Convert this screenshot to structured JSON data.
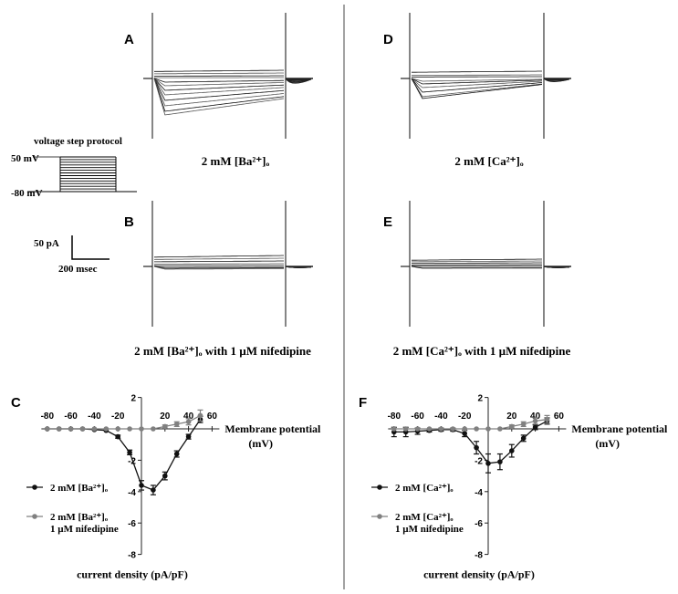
{
  "panels": {
    "A": "A",
    "B": "B",
    "C": "C",
    "D": "D",
    "E": "E",
    "F": "F"
  },
  "conditions": {
    "A": "2 mM [Ba²⁺]ₒ",
    "D": "2 mM [Ca²⁺]ₒ",
    "B": "2 mM [Ba²⁺]ₒ with 1 µM nifedipine",
    "E": "2 mM [Ca²⁺]ₒ with 1 µM nifedipine"
  },
  "protocol": {
    "title": "voltage step protocol",
    "top_label": "50 mV",
    "bottom_label": "-80 mV"
  },
  "scale_bar": {
    "current": "50 pA",
    "time": "200 msec"
  },
  "colors": {
    "control": "#111111",
    "nifedipine": "#808080",
    "axis": "#222222"
  },
  "chart_data": [
    {
      "type": "line",
      "panel": "C",
      "xlabel": "Membrane potential",
      "xlabel_unit": "(mV)",
      "ylabel": "current density (pA/pF)",
      "xlim": [
        -85,
        60
      ],
      "ylim": [
        -8,
        2
      ],
      "x_ticks": [
        -80,
        -60,
        -40,
        -20,
        20,
        40,
        60
      ],
      "y_ticks": [
        2,
        -2,
        -4,
        -6,
        -8
      ],
      "x": [
        -80,
        -70,
        -60,
        -50,
        -40,
        -30,
        -20,
        -10,
        0,
        10,
        20,
        30,
        40,
        50
      ],
      "series": [
        {
          "name": "2 mM [Ba²⁺]ₒ",
          "legend_line2": "",
          "values": [
            0,
            0,
            0,
            0,
            -0.05,
            -0.1,
            -0.5,
            -1.5,
            -3.6,
            -3.9,
            -3.0,
            -1.6,
            -0.5,
            0.6
          ],
          "errors": [
            0,
            0,
            0,
            0,
            0,
            0,
            0.1,
            0.15,
            0.3,
            0.3,
            0.25,
            0.2,
            0.15,
            0.2
          ]
        },
        {
          "name": "2 mM [Ba²⁺]ₒ",
          "legend_line2": "1 µM nifedipine",
          "values": [
            0,
            0,
            0,
            0,
            0,
            0,
            0,
            0,
            0,
            0,
            0.15,
            0.3,
            0.45,
            0.85
          ],
          "errors": [
            0,
            0,
            0,
            0,
            0,
            0,
            0,
            0,
            0,
            0,
            0.1,
            0.15,
            0.2,
            0.35
          ]
        }
      ]
    },
    {
      "type": "line",
      "panel": "F",
      "xlabel": "Membrane potential",
      "xlabel_unit": "(mV)",
      "ylabel": "current density (pA/pF)",
      "xlim": [
        -85,
        60
      ],
      "ylim": [
        -8,
        2
      ],
      "x_ticks": [
        -80,
        -60,
        -40,
        -20,
        20,
        40,
        60
      ],
      "y_ticks": [
        2,
        -2,
        -4,
        -6,
        -8
      ],
      "x": [
        -80,
        -70,
        -60,
        -50,
        -40,
        -30,
        -20,
        -10,
        0,
        10,
        20,
        30,
        40,
        50
      ],
      "series": [
        {
          "name": "2 mM [Ca²⁺]ₒ",
          "legend_line2": "",
          "values": [
            -0.2,
            -0.2,
            -0.15,
            -0.1,
            -0.05,
            -0.05,
            -0.3,
            -1.2,
            -2.2,
            -2.1,
            -1.4,
            -0.6,
            0.1,
            0.5
          ],
          "errors": [
            0.3,
            0.3,
            0.2,
            0.1,
            0.1,
            0.1,
            0.2,
            0.4,
            0.6,
            0.5,
            0.4,
            0.2,
            0.15,
            0.2
          ]
        },
        {
          "name": "2 mM [Ca²⁺]ₒ",
          "legend_line2": "1 µM nifedipine",
          "values": [
            0,
            0,
            0,
            0,
            0,
            0,
            0,
            0,
            0,
            0,
            0.15,
            0.3,
            0.5,
            0.6
          ],
          "errors": [
            0,
            0,
            0,
            0,
            0,
            0,
            0,
            0,
            0,
            0,
            0.1,
            0.15,
            0.2,
            0.25
          ]
        }
      ]
    }
  ]
}
